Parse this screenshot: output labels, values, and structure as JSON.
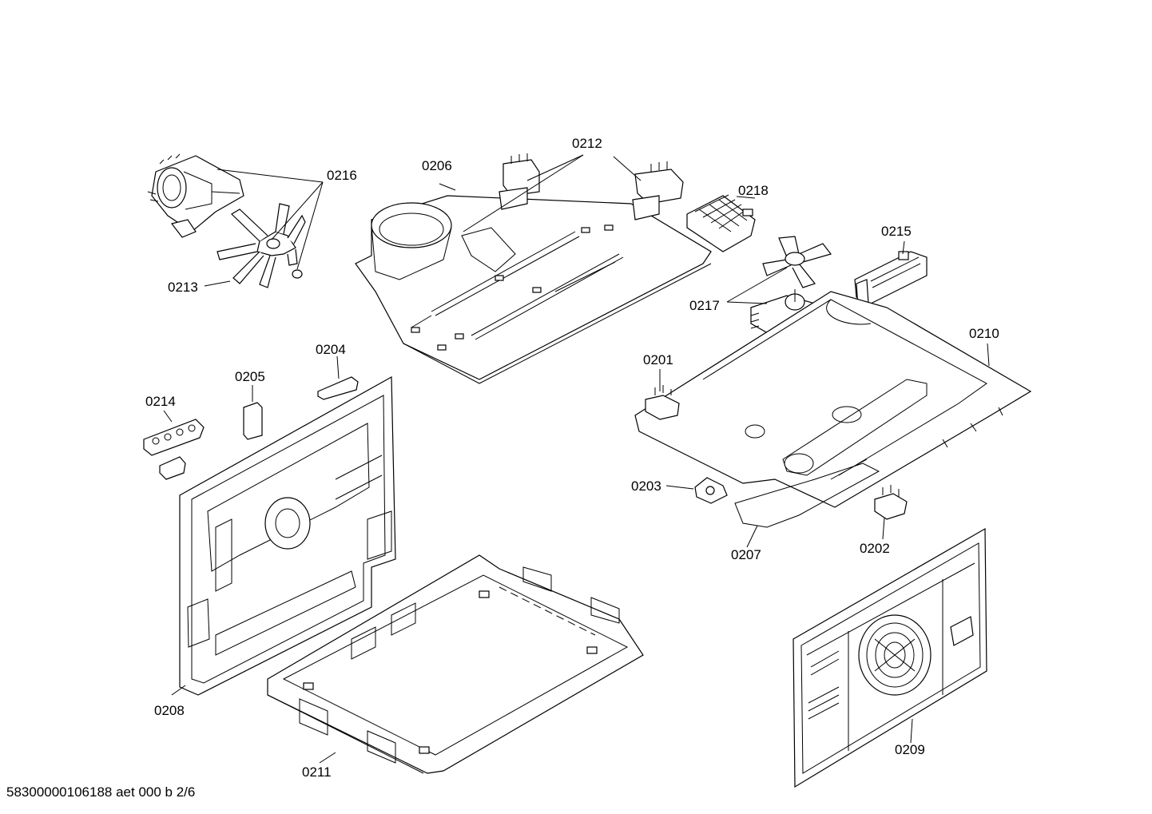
{
  "labels": {
    "p0201": "0201",
    "p0202": "0202",
    "p0203": "0203",
    "p0204": "0204",
    "p0205": "0205",
    "p0206": "0206",
    "p0207": "0207",
    "p0208": "0208",
    "p0209": "0209",
    "p0210": "0210",
    "p0211": "0211",
    "p0212": "0212",
    "p0213": "0213",
    "p0214": "0214",
    "p0215": "0215",
    "p0216": "0216",
    "p0217": "0217",
    "p0218": "0218"
  },
  "footer": "58300000106188 aet 000 b 2/6"
}
